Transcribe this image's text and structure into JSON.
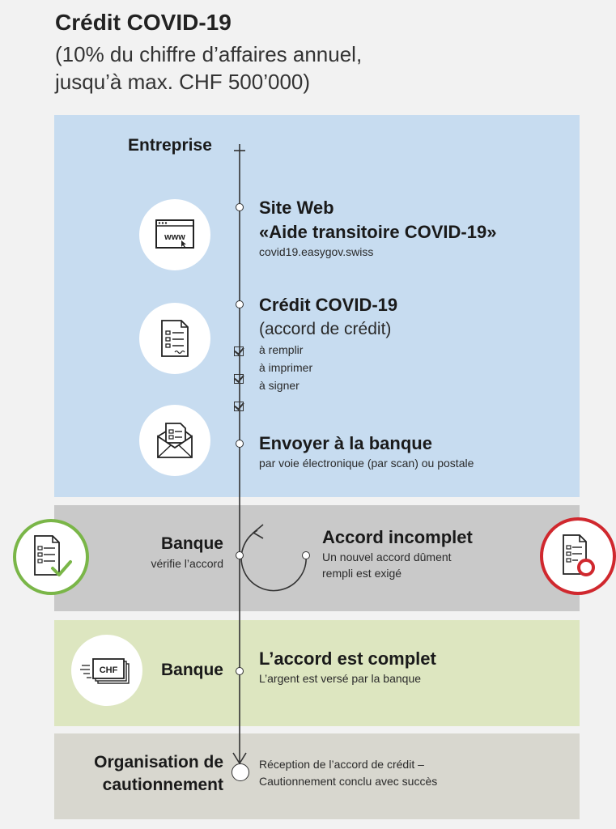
{
  "header": {
    "title": "Crédit COVID-19",
    "subtitle_line1": "(10% du chiffre d’affaires annuel,",
    "subtitle_line2": "jusqu’à max. CHF 500’000)"
  },
  "colors": {
    "blue_panel": "#c7dcf0",
    "grey_panel": "#c9c9c9",
    "green_panel": "#dde6c0",
    "beige_panel": "#d8d7cf",
    "ok_green": "#7ab648",
    "error_red": "#d0282e"
  },
  "entreprise": {
    "label": "Entreprise",
    "step1": {
      "icon": "browser-www-icon",
      "title1": "Site Web",
      "title2": "«Aide transitoire COVID-19»",
      "url": "covid19.easygov.swiss"
    },
    "step2": {
      "icon": "document-form-icon",
      "title": "Crédit COVID-19",
      "subtitle": "(accord de crédit)",
      "checks": [
        "à remplir",
        "à imprimer",
        "à signer"
      ]
    },
    "step3": {
      "icon": "envelope-document-icon",
      "title": "Envoyer à la banque",
      "desc": "par voie électronique (par scan) ou postale"
    }
  },
  "banque_check": {
    "label": "Banque",
    "sub": "vérifie l’accord",
    "ok_icon": "document-checkmark-icon",
    "incomplete": {
      "title": "Accord incomplet",
      "desc1": "Un nouvel accord dûment",
      "desc2": "rempli est exigé",
      "icon": "document-error-icon"
    }
  },
  "banque_pay": {
    "label": "Banque",
    "icon": "chf-banknotes-icon",
    "chf": "CHF",
    "title": "L’accord est complet",
    "desc": "L’argent est versé par la banque"
  },
  "organisation": {
    "label1": "Organisation de",
    "label2": "cautionnement",
    "desc1": "Réception de l’accord de crédit –",
    "desc2": "Cautionnement conclu avec succès"
  }
}
